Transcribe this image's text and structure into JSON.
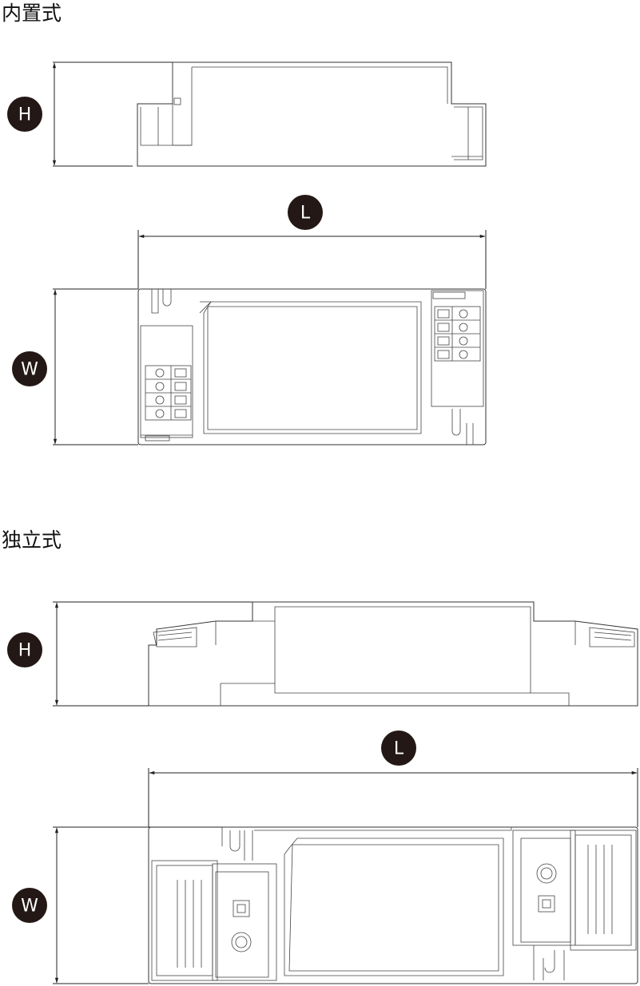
{
  "sections": {
    "builtin": {
      "title": "内置式"
    },
    "standalone": {
      "title": "独立式"
    }
  },
  "labels": {
    "height": "H",
    "length": "L",
    "width": "W"
  },
  "colors": {
    "badge": "#231815",
    "line": "#333333"
  }
}
